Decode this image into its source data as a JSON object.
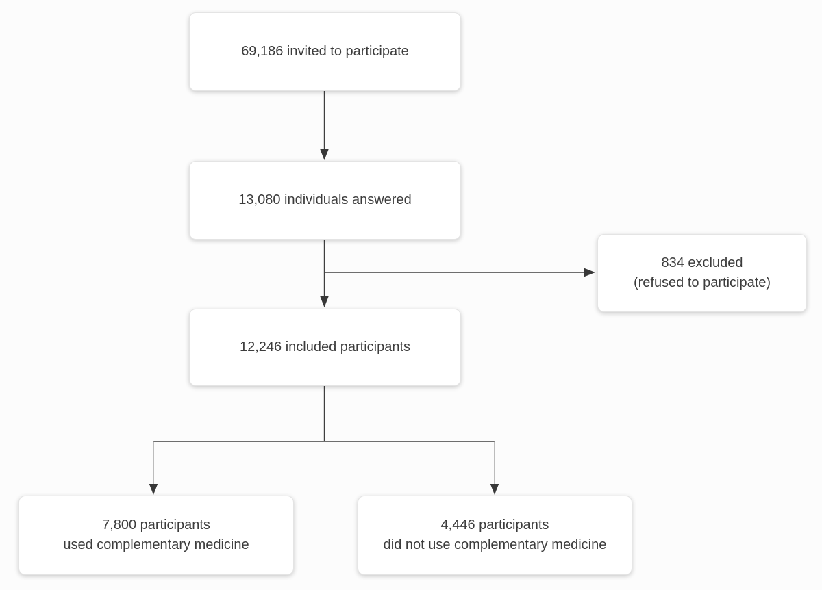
{
  "diagram": {
    "type": "flowchart",
    "nodes": {
      "invited": {
        "line1": "69,186 invited to participate"
      },
      "answered": {
        "line1": "13,080 individuals answered"
      },
      "excluded": {
        "line1": "834 excluded",
        "line2": "(refused to participate)"
      },
      "included": {
        "line1": "12,246 included participants"
      },
      "used_cam": {
        "line1": "7,800 participants",
        "line2": "used complementary medicine"
      },
      "no_cam": {
        "line1": "4,446 participants",
        "line2": "did not use complementary medicine"
      }
    },
    "edges": [
      {
        "from": "invited",
        "to": "answered"
      },
      {
        "from": "answered",
        "to": "included"
      },
      {
        "from": "answered",
        "to": "excluded"
      },
      {
        "from": "included",
        "to": "used_cam"
      },
      {
        "from": "included",
        "to": "no_cam"
      }
    ],
    "colors": {
      "box_background": "#ffffff",
      "box_border": "#e4e4e4",
      "text": "#3c3c3c",
      "line": "#3f3f3f",
      "line_light": "#919191",
      "arrowhead": "#383838",
      "page_background": "#fcfcfc"
    }
  }
}
